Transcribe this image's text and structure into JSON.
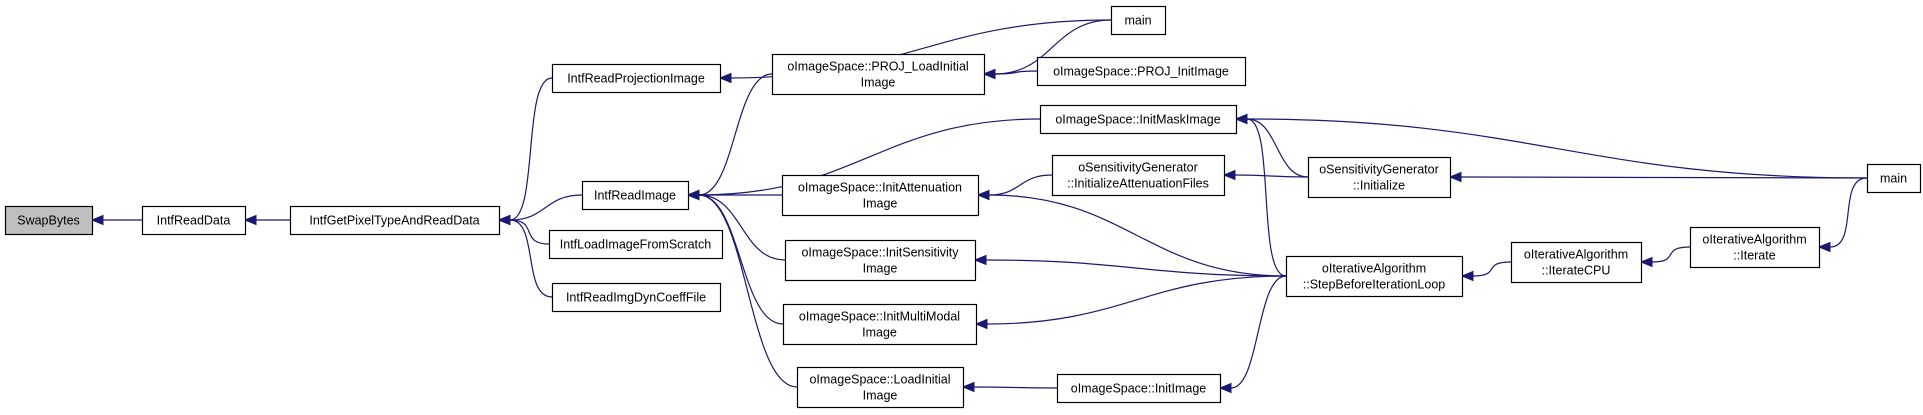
{
  "diagram": {
    "type": "call-graph",
    "colors": {
      "edge": "#191970",
      "node_border": "#000000",
      "node_fill": "#ffffff",
      "root_fill": "#bfbfbf"
    },
    "nodes": [
      {
        "id": "swapbytes",
        "lines": [
          "SwapBytes"
        ],
        "root": true
      },
      {
        "id": "intfreaddata",
        "lines": [
          "IntfReadData"
        ]
      },
      {
        "id": "intfgetpixeltype",
        "lines": [
          "IntfGetPixelTypeAndReadData"
        ]
      },
      {
        "id": "intfreadprojectionimage",
        "lines": [
          "IntfReadProjectionImage"
        ]
      },
      {
        "id": "intfreadimage",
        "lines": [
          "IntfReadImage"
        ]
      },
      {
        "id": "intfloadimagefromscratch",
        "lines": [
          "IntfLoadImageFromScratch"
        ]
      },
      {
        "id": "intfreadimgdyncoefffile",
        "lines": [
          "IntfReadImgDynCoeffFile"
        ]
      },
      {
        "id": "proj-loadinitial",
        "lines": [
          "oImageSpace::PROJ_LoadInitial",
          "Image"
        ]
      },
      {
        "id": "initattenuation",
        "lines": [
          "oImageSpace::InitAttenuation",
          "Image"
        ]
      },
      {
        "id": "initsensitivity",
        "lines": [
          "oImageSpace::InitSensitivity",
          "Image"
        ]
      },
      {
        "id": "initmultimodal",
        "lines": [
          "oImageSpace::InitMultiModal",
          "Image"
        ]
      },
      {
        "id": "loadinitial",
        "lines": [
          "oImageSpace::LoadInitial",
          "Image"
        ]
      },
      {
        "id": "main-top",
        "lines": [
          "main"
        ]
      },
      {
        "id": "proj-initimage",
        "lines": [
          "oImageSpace::PROJ_InitImage"
        ]
      },
      {
        "id": "initmaskimage",
        "lines": [
          "oImageSpace::InitMaskImage"
        ]
      },
      {
        "id": "initattfiles",
        "lines": [
          "oSensitivityGenerator",
          "::InitializeAttenuationFiles"
        ]
      },
      {
        "id": "initimage",
        "lines": [
          "oImageSpace::InitImage"
        ]
      },
      {
        "id": "sensgen-init",
        "lines": [
          "oSensitivityGenerator",
          "::Initialize"
        ]
      },
      {
        "id": "stepbefore",
        "lines": [
          "oIterativeAlgorithm",
          "::StepBeforeIterationLoop"
        ]
      },
      {
        "id": "iteratecpu",
        "lines": [
          "oIterativeAlgorithm",
          "::IterateCPU"
        ]
      },
      {
        "id": "iterate",
        "lines": [
          "oIterativeAlgorithm",
          "::Iterate"
        ]
      },
      {
        "id": "main-right",
        "lines": [
          "main"
        ]
      }
    ],
    "edges": [
      {
        "from": "intfreaddata",
        "to": "swapbytes"
      },
      {
        "from": "intfgetpixeltype",
        "to": "intfreaddata"
      },
      {
        "from": "intfreadprojectionimage",
        "to": "intfgetpixeltype"
      },
      {
        "from": "intfreadimage",
        "to": "intfgetpixeltype"
      },
      {
        "from": "intfloadimagefromscratch",
        "to": "intfgetpixeltype"
      },
      {
        "from": "intfreadimgdyncoefffile",
        "to": "intfgetpixeltype"
      },
      {
        "from": "main-top",
        "to": "intfreadprojectionimage"
      },
      {
        "from": "proj-loadinitial",
        "to": "intfreadimage"
      },
      {
        "from": "initmaskimage",
        "to": "intfreadimage"
      },
      {
        "from": "initattenuation",
        "to": "intfreadimage"
      },
      {
        "from": "initsensitivity",
        "to": "intfreadimage"
      },
      {
        "from": "initmultimodal",
        "to": "intfreadimage"
      },
      {
        "from": "loadinitial",
        "to": "intfreadimage"
      },
      {
        "from": "main-top",
        "to": "proj-loadinitial"
      },
      {
        "from": "proj-initimage",
        "to": "proj-loadinitial"
      },
      {
        "from": "initattfiles",
        "to": "initattenuation"
      },
      {
        "from": "stepbefore",
        "to": "initattenuation"
      },
      {
        "from": "stepbefore",
        "to": "initsensitivity"
      },
      {
        "from": "stepbefore",
        "to": "initmultimodal"
      },
      {
        "from": "initimage",
        "to": "loadinitial"
      },
      {
        "from": "main-right",
        "to": "initmaskimage"
      },
      {
        "from": "sensgen-init",
        "to": "initmaskimage"
      },
      {
        "from": "stepbefore",
        "to": "initmaskimage"
      },
      {
        "from": "sensgen-init",
        "to": "initattfiles"
      },
      {
        "from": "stepbefore",
        "to": "initimage"
      },
      {
        "from": "main-right",
        "to": "sensgen-init"
      },
      {
        "from": "iteratecpu",
        "to": "stepbefore"
      },
      {
        "from": "iterate",
        "to": "iteratecpu"
      },
      {
        "from": "main-right",
        "to": "iterate"
      }
    ]
  }
}
